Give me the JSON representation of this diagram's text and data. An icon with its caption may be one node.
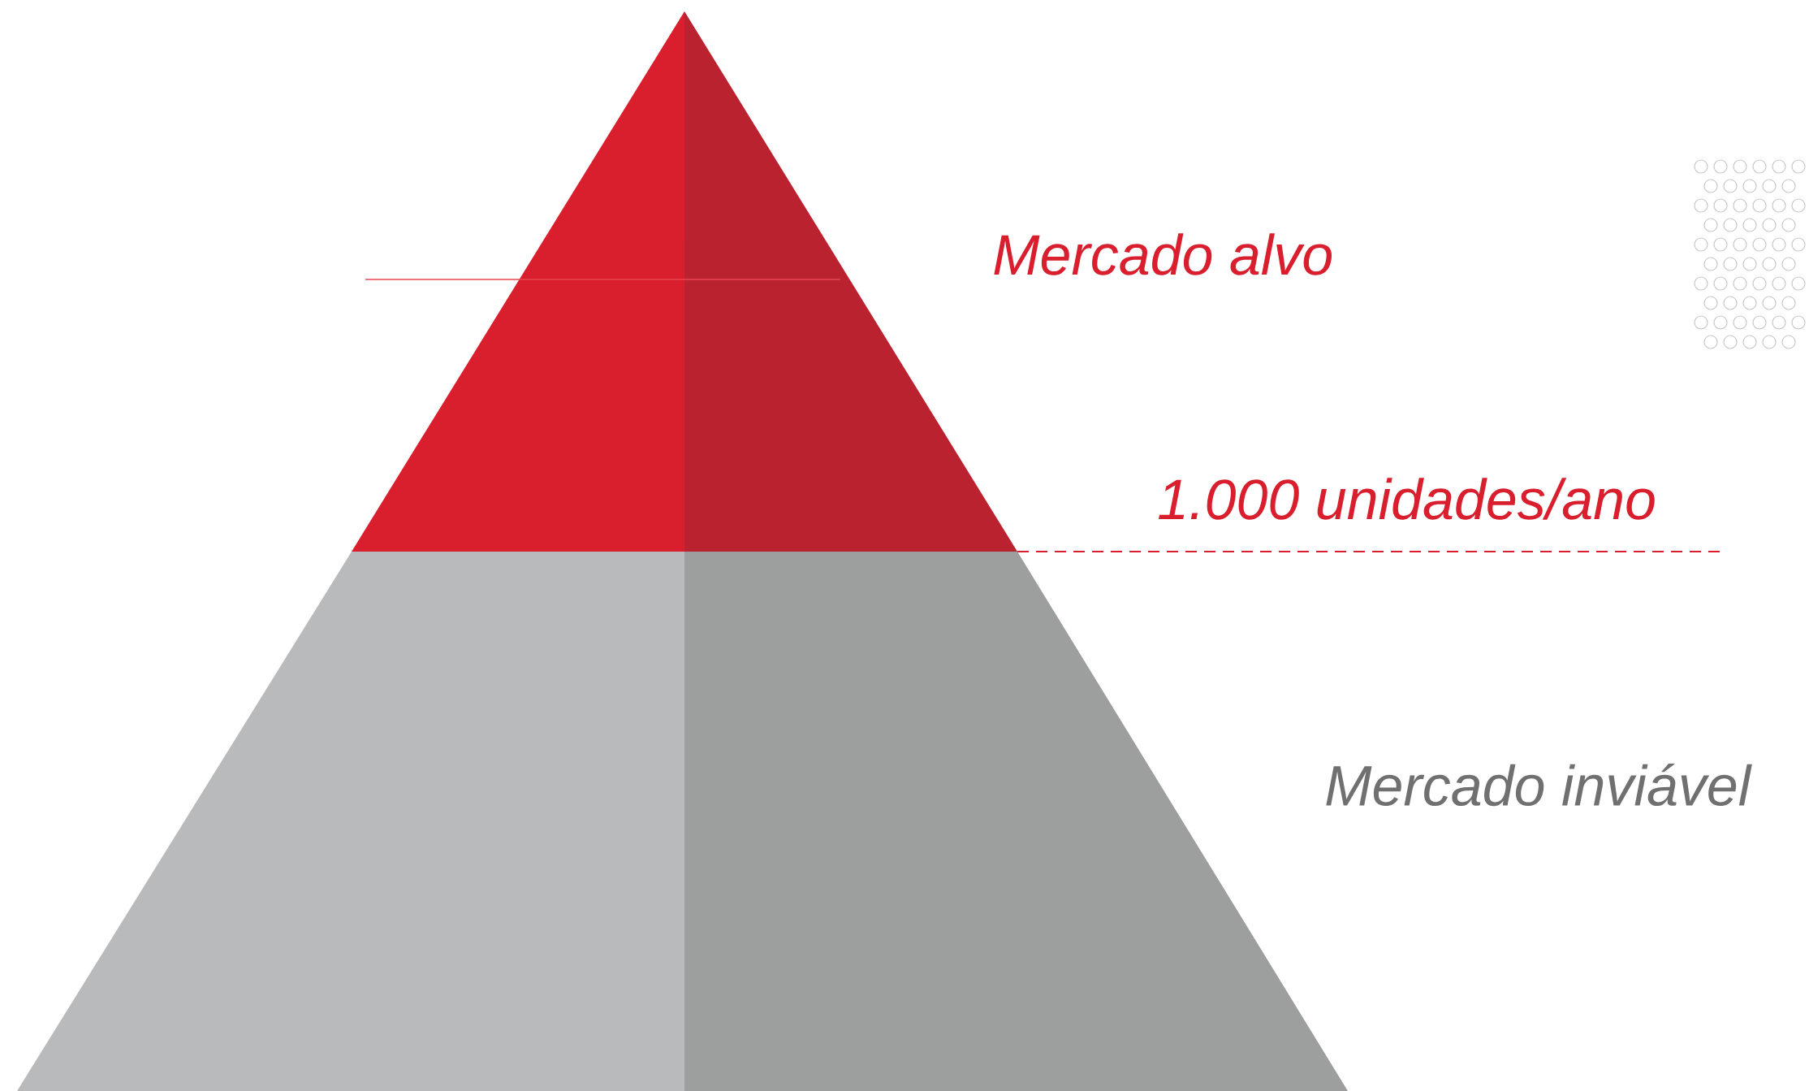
{
  "diagram": {
    "nodes": [
      {
        "text": [],
        "shape": "triangle",
        "beside": [
          "Mercado alvo"
        ]
      },
      {
        "text": [],
        "shape": "trapezoid",
        "beside": [
          "Mercado inviável"
        ]
      }
    ],
    "labels": [
      "1.000 unidades/ano"
    ]
  }
}
